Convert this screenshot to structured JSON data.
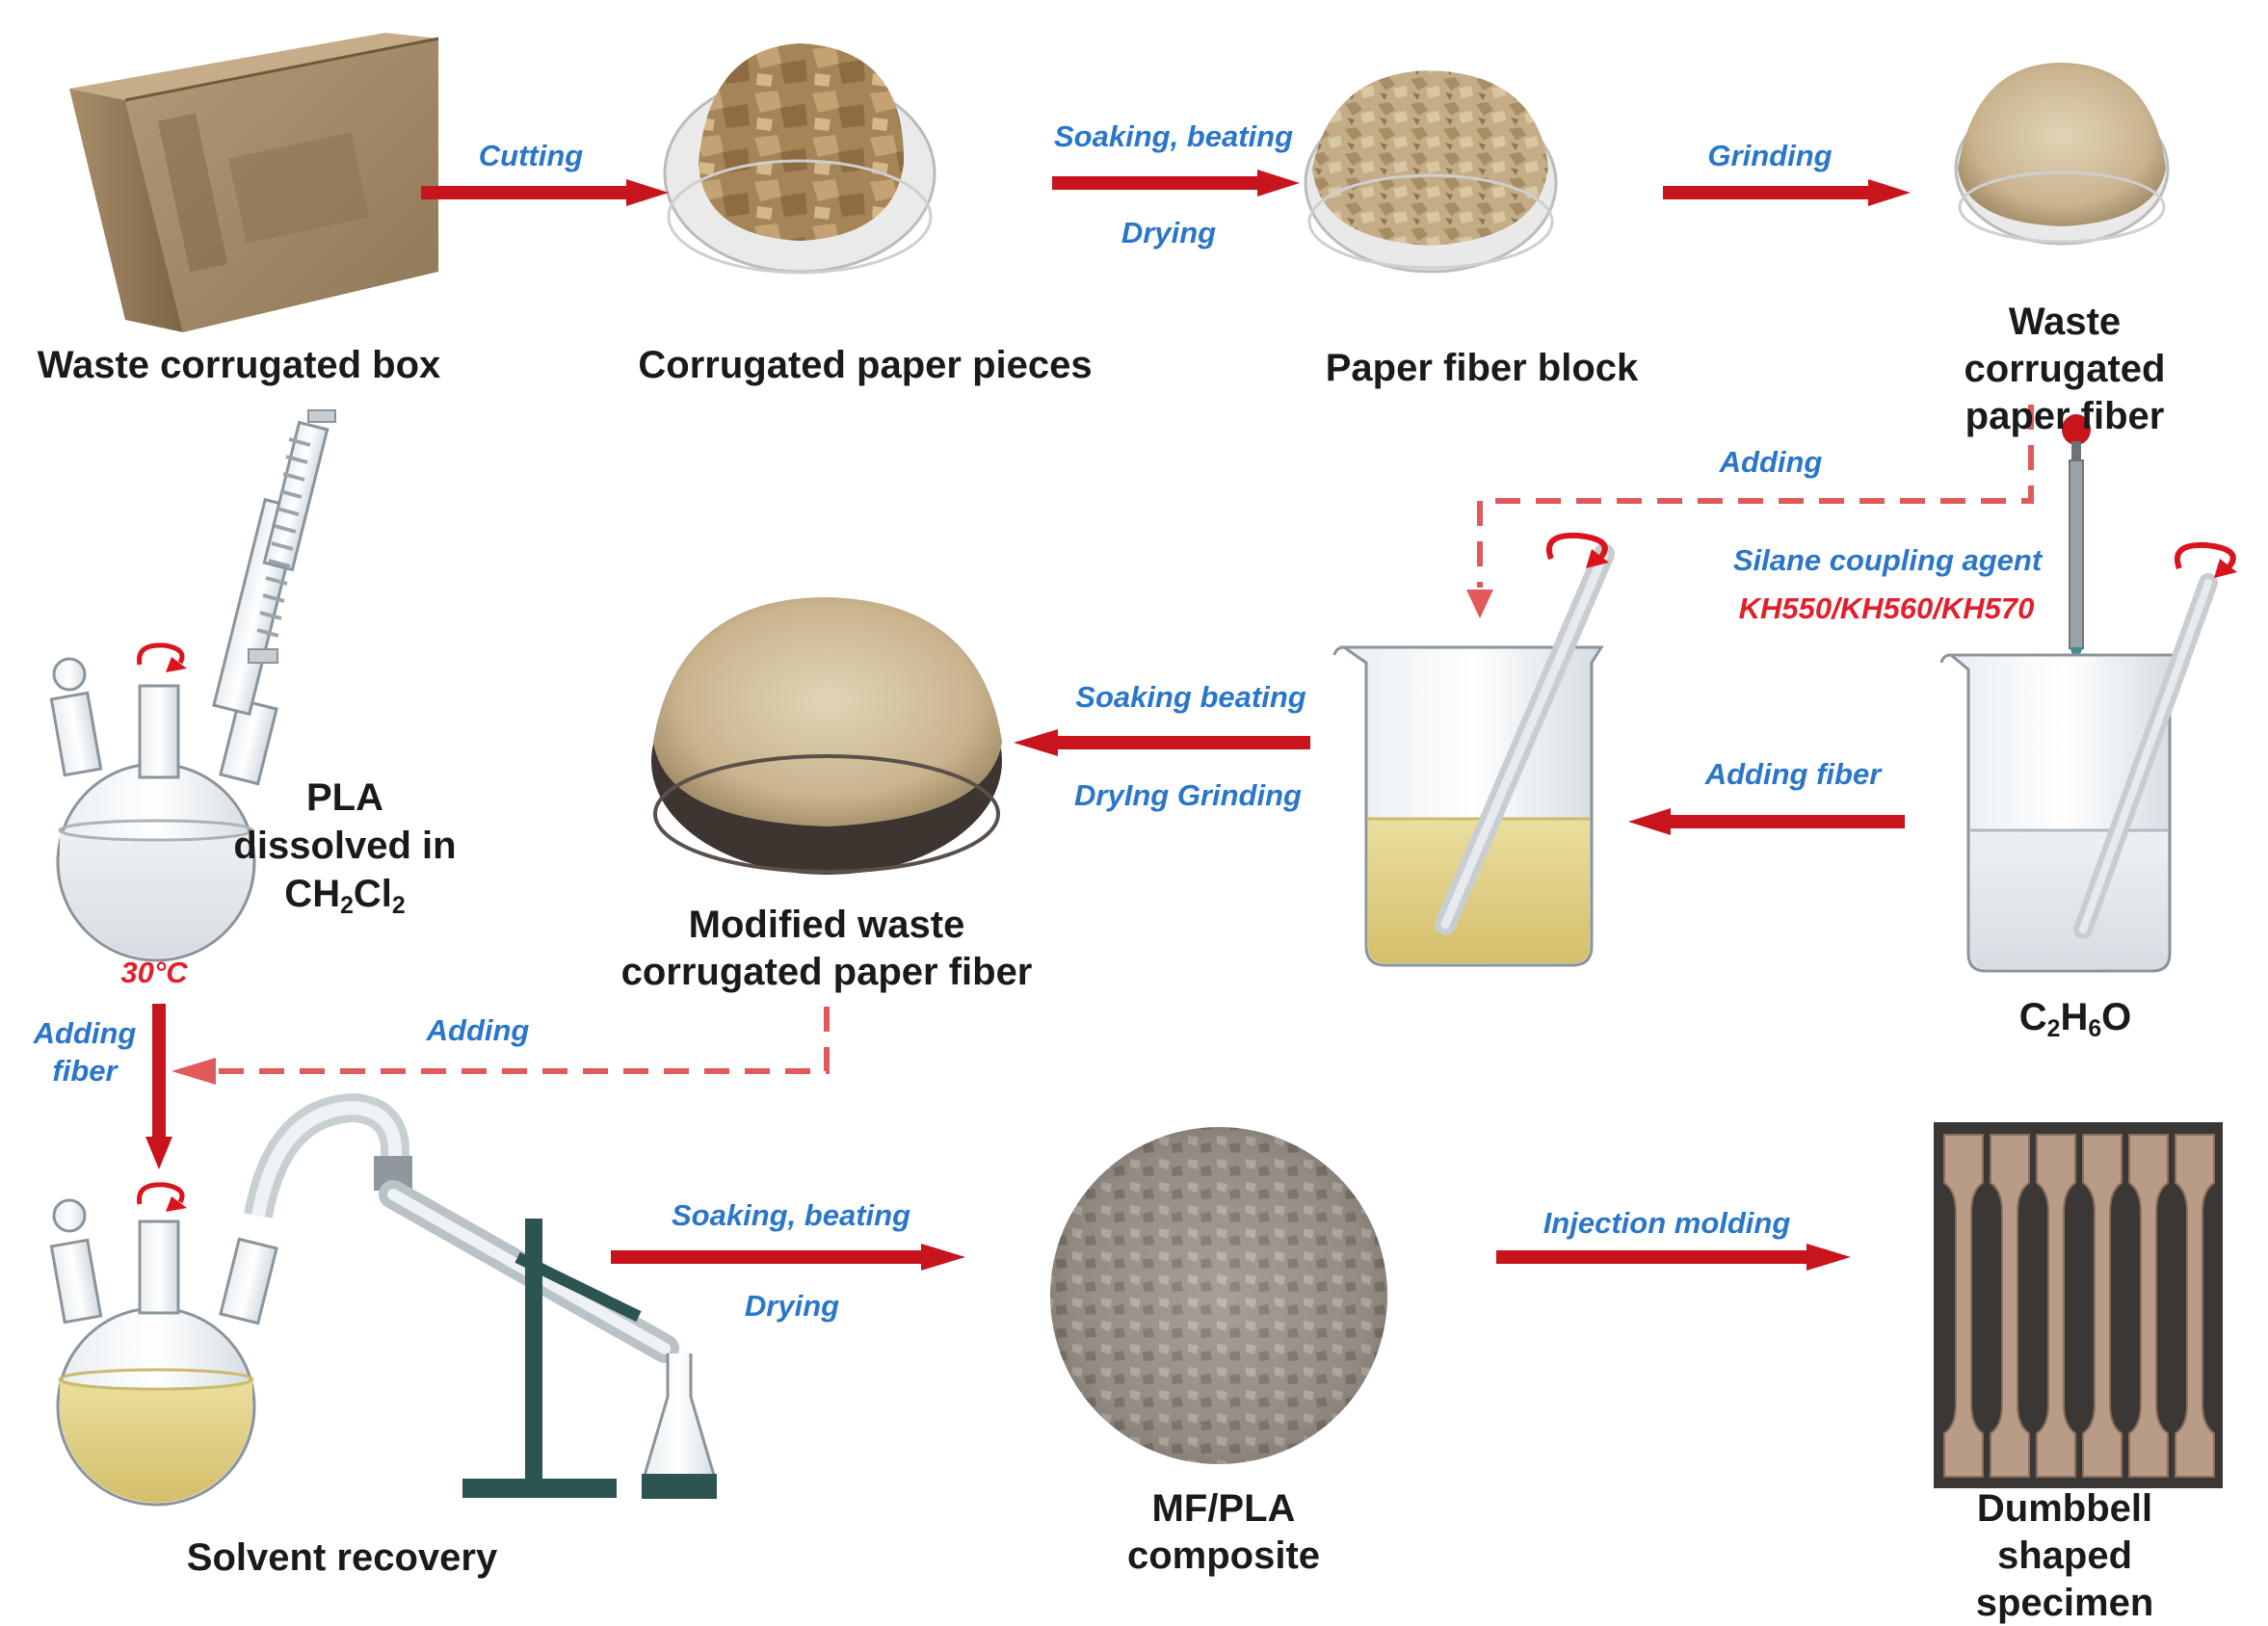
{
  "nodes": {
    "box": "Waste corrugated box",
    "pieces": "Corrugated paper pieces",
    "block": "Paper fiber block",
    "fiber_l1": "Waste corrugated",
    "fiber_l2": "paper fiber",
    "modified_l1": "Modified waste",
    "modified_l2": "corrugated paper fiber",
    "pla_l1": "PLA",
    "pla_l2": "dissolved in",
    "pla_l3_a": "CH",
    "pla_l3_sub1": "2",
    "pla_l3_b": "Cl",
    "pla_l3_sub2": "2",
    "ethanol_a": "C",
    "ethanol_sub1": "2",
    "ethanol_b": "H",
    "ethanol_sub2": "6",
    "ethanol_c": "O",
    "solvent": "Solvent recovery",
    "composite_l1": "MF/PLA",
    "composite_l2": "composite",
    "specimen_l1": "Dumbbell shaped",
    "specimen_l2": "specimen"
  },
  "steps": {
    "cutting": "Cutting",
    "soak1": "Soaking,  beating",
    "dry1": "Drying",
    "grinding": "Grinding",
    "adding_top": "Adding",
    "silane": "Silane coupling agent",
    "kh": "KH550/KH560/KH570",
    "adding_fiber_mid": "Adding fiber",
    "soak2": "Soaking  beating",
    "dry2": "DryIng Grinding",
    "temp": "30°C",
    "adding_fiber_left1": "Adding",
    "adding_fiber_left2": "fiber",
    "adding_mid": "Adding",
    "soak3": "Soaking,  beating",
    "dry3": "Drying",
    "injection": "Injection molding"
  },
  "colors": {
    "arrow": "#c8141c",
    "dash": "#e05a5a",
    "step_text": "#2a76c8",
    "accent_red": "#e0202a",
    "cardboard": "#b89b72",
    "fiber": "#d6c6a8",
    "solution": "#e6d58e",
    "stand": "#2c5552"
  },
  "icons": [
    "cardboard-box-image",
    "petri-dish-image",
    "beaker-icon",
    "stir-rod-icon",
    "rotation-icon",
    "dropper-icon",
    "three-neck-flask-icon",
    "condenser-icon",
    "distillation-setup-icon",
    "dumbbell-specimen-image"
  ]
}
